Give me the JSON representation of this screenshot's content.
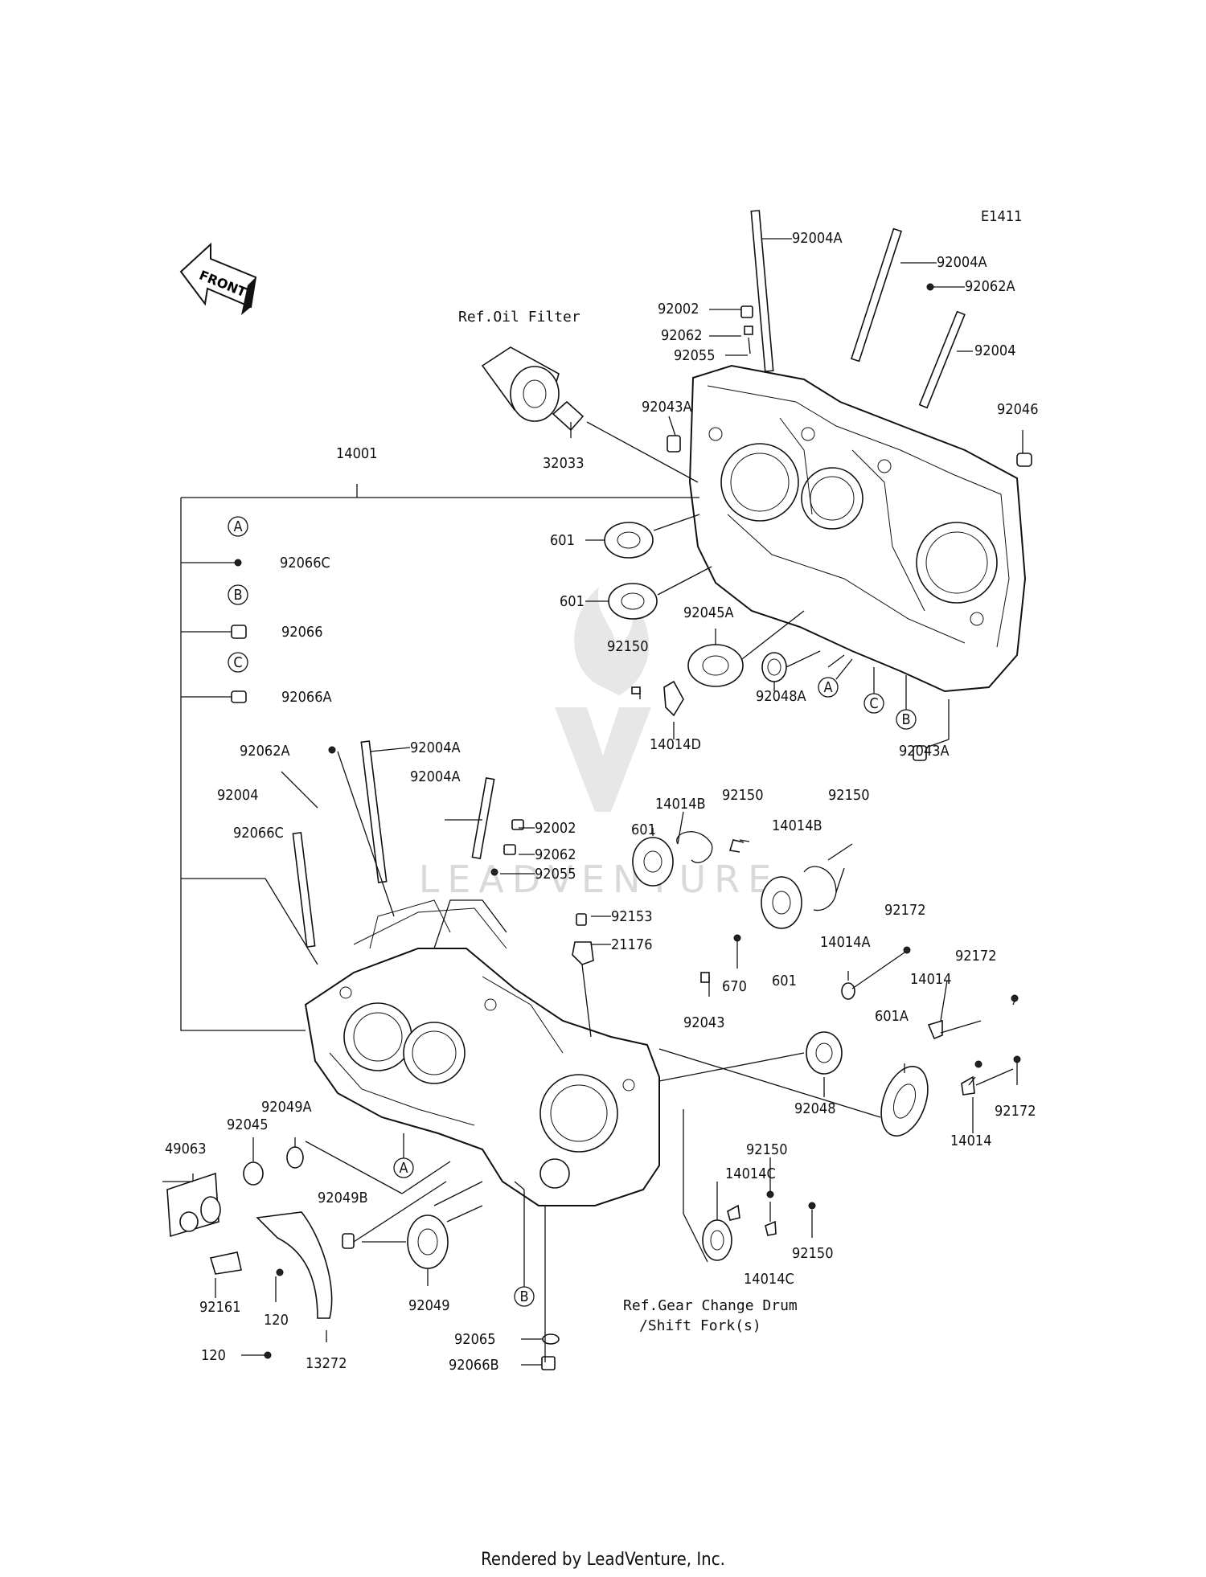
{
  "diagram_id": "E1411",
  "front_label": "FRONT",
  "footer": "Rendered by LeadVenture, Inc.",
  "watermark": "LEADVENTURE",
  "references": {
    "oil_filter": "Ref.Oil Filter",
    "gear_change_line1": "Ref.Gear Change Drum",
    "gear_change_line2": "/Shift Fork(s)"
  },
  "callouts": {
    "A": "A",
    "B": "B",
    "C": "C"
  },
  "part_numbers": {
    "p14001": "14001",
    "p92004A_1": "92004A",
    "p92004A_2": "92004A",
    "p92062A_1": "92062A",
    "p92004_1": "92004",
    "p92002_1": "92002",
    "p92062_1": "92062",
    "p92055_1": "92055",
    "p92043A_1": "92043A",
    "p92046": "92046",
    "p32033": "32033",
    "p601_1": "601",
    "p601_2": "601",
    "p92045A": "92045A",
    "p92150_1": "92150",
    "p14014D": "14014D",
    "p92048A": "92048A",
    "p92043A_2": "92043A",
    "p92066C_1": "92066C",
    "p92066": "92066",
    "p92066A": "92066A",
    "p92062A_2": "92062A",
    "p92004A_3": "92004A",
    "p92004A_4": "92004A",
    "p92004_2": "92004",
    "p92066C_2": "92066C",
    "p92002_2": "92002",
    "p92062_2": "92062",
    "p92055_2": "92055",
    "p601_3": "601",
    "p14014B_1": "14014B",
    "p92150_2": "92150",
    "p92150_3": "92150",
    "p14014B_2": "14014B",
    "p92153": "92153",
    "p21176": "21176",
    "p670": "670",
    "p92043": "92043",
    "p601_4": "601",
    "p14014A": "14014A",
    "p92172_1": "92172",
    "p14014_1": "14014",
    "p92172_2": "92172",
    "p601A": "601A",
    "p92048": "92048",
    "p92172_3": "92172",
    "p14014_2": "14014",
    "p49063": "49063",
    "p92045": "92045",
    "p92049A": "92049A",
    "p92049B": "92049B",
    "p92049": "92049",
    "p92161": "92161",
    "p120_1": "120",
    "p120_2": "120",
    "p13272": "13272",
    "p92065": "92065",
    "p92066B": "92066B",
    "p14014C_1": "14014C",
    "p92150_4": "92150",
    "p92150_5": "92150",
    "p14014C_2": "14014C"
  }
}
